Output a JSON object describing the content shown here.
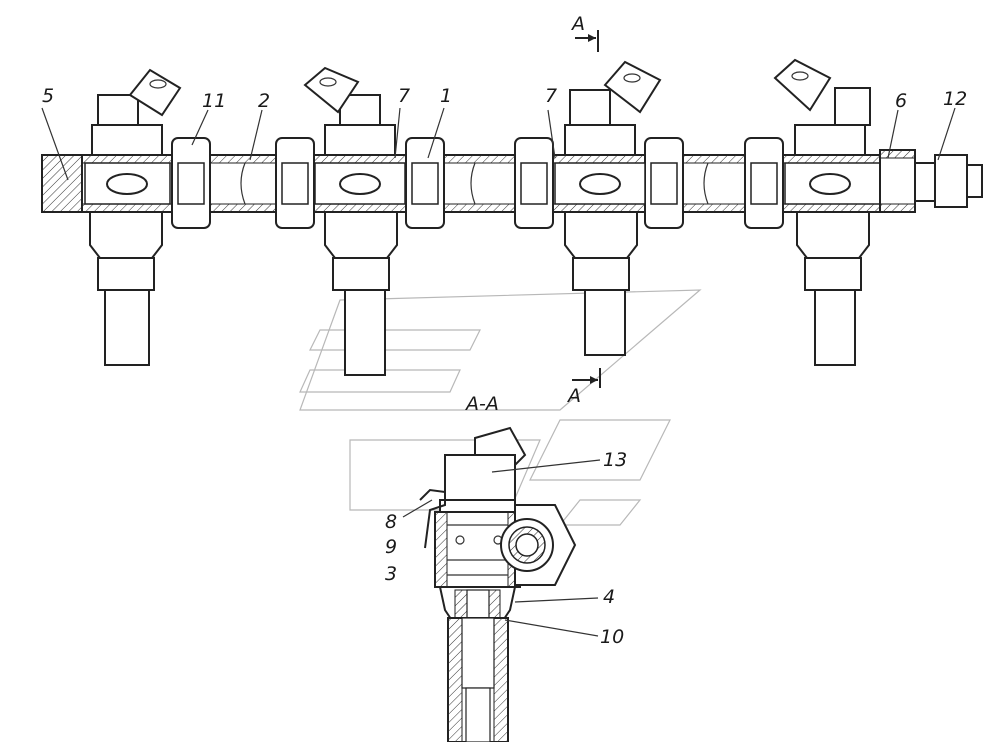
{
  "drawing": {
    "section_marker_top": "A",
    "section_marker_bottom": "A",
    "section_view_title": "А-А",
    "callouts": {
      "c1": "1",
      "c2": "2",
      "c3": "3",
      "c4": "4",
      "c5": "5",
      "c6": "6",
      "c7a": "7",
      "c7b": "7",
      "c8": "8",
      "c9": "9",
      "c10": "10",
      "c11": "11",
      "c12": "12",
      "c13": "13"
    }
  }
}
